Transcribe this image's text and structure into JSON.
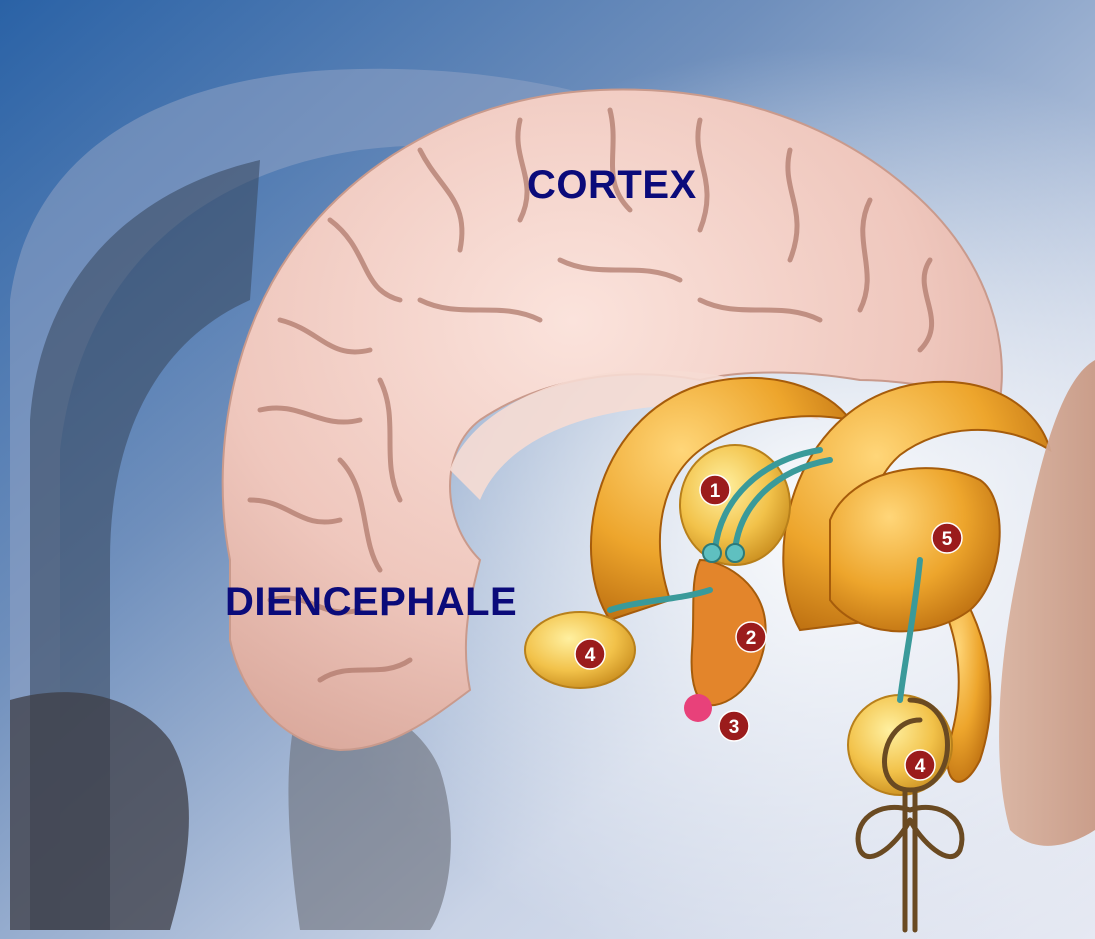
{
  "labels": {
    "cortex": "CORTEX",
    "diencephale": "DIENCEPHALE"
  },
  "markers": {
    "m1": "1",
    "m2": "2",
    "m3": "3",
    "m4a": "4",
    "m4b": "4",
    "m5": "5"
  },
  "colors": {
    "label_text": "#0b0b7a",
    "brain_pink": "#efc7bd",
    "structure_orange": "#e59a1f",
    "marker_red": "#9b1c1c",
    "tract_teal": "#3a9a9a",
    "background_blue": "#2a62a6"
  }
}
